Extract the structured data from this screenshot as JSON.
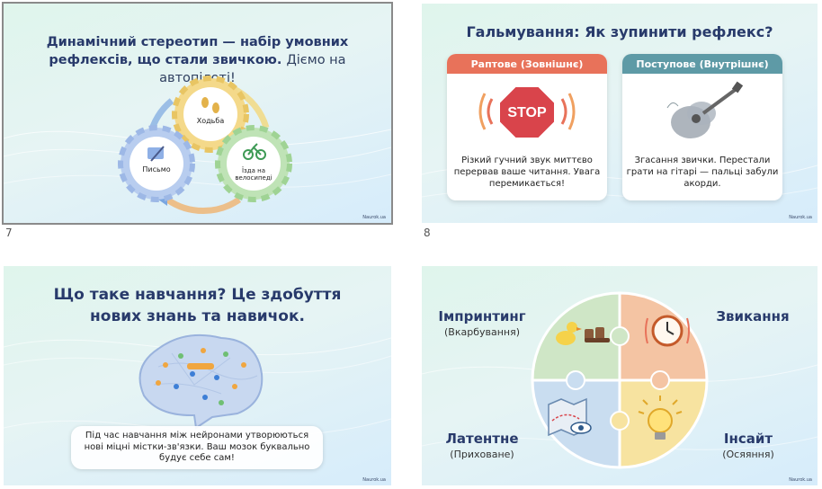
{
  "slides": [
    {
      "number": "7",
      "title": "Динамічний стереотип — набір умовних рефлексів, що стали звичкою.",
      "title_accent": "Діємо на автопілоті!",
      "gears": [
        {
          "label": "Ходьба",
          "icon": "footprints-icon"
        },
        {
          "label": "Письмо",
          "icon": "pen-writing-icon"
        },
        {
          "label": "Їзда на велосипеді",
          "icon": "bicycle-icon"
        }
      ],
      "brand": "Naurok.ua"
    },
    {
      "number": "8",
      "title": "Гальмування: Як зупинити рефлекс?",
      "cards": [
        {
          "header": "Раптове (Зовнішнє)",
          "text": "Різкий гучний звук миттєво перервав ваше читання. Увага перемикається!",
          "icon": "stop-sign-icon",
          "color": "#e8725a"
        },
        {
          "header": "Поступове (Внутрішнє)",
          "text": "Згасання звички. Перестали грати на гітарі — пальці забули акорди.",
          "icon": "guitar-icon",
          "color": "#5e9aa6"
        }
      ],
      "brand": "Naurok.ua"
    },
    {
      "number": "",
      "title": "Що таке навчання? Це здобуття нових знань та навичок.",
      "bubble": "Під час навчання між нейронами утворюються нові міцні містки-зв'язки. Ваш мозок буквально будує себе сам!",
      "brand": "Naurok.ua"
    },
    {
      "number": "",
      "pieces": [
        {
          "title": "Імпринтинг",
          "subtitle": "(Вкарбування)",
          "icon": "duckling-boots-icon",
          "color": "#cfe6c6"
        },
        {
          "title": "Звикання",
          "subtitle": "",
          "icon": "clock-icon",
          "color": "#f4c4a3"
        },
        {
          "title": "Латентне",
          "subtitle": "(Приховане)",
          "icon": "map-eye-icon",
          "color": "#c9ddf0"
        },
        {
          "title": "Інсайт",
          "subtitle": "(Осяяння)",
          "icon": "lightbulb-icon",
          "color": "#f7e3a0"
        }
      ],
      "brand": "Naurok.ua"
    }
  ],
  "colors": {
    "title": "#283a6b",
    "selected_border": "#8a8a8a"
  }
}
